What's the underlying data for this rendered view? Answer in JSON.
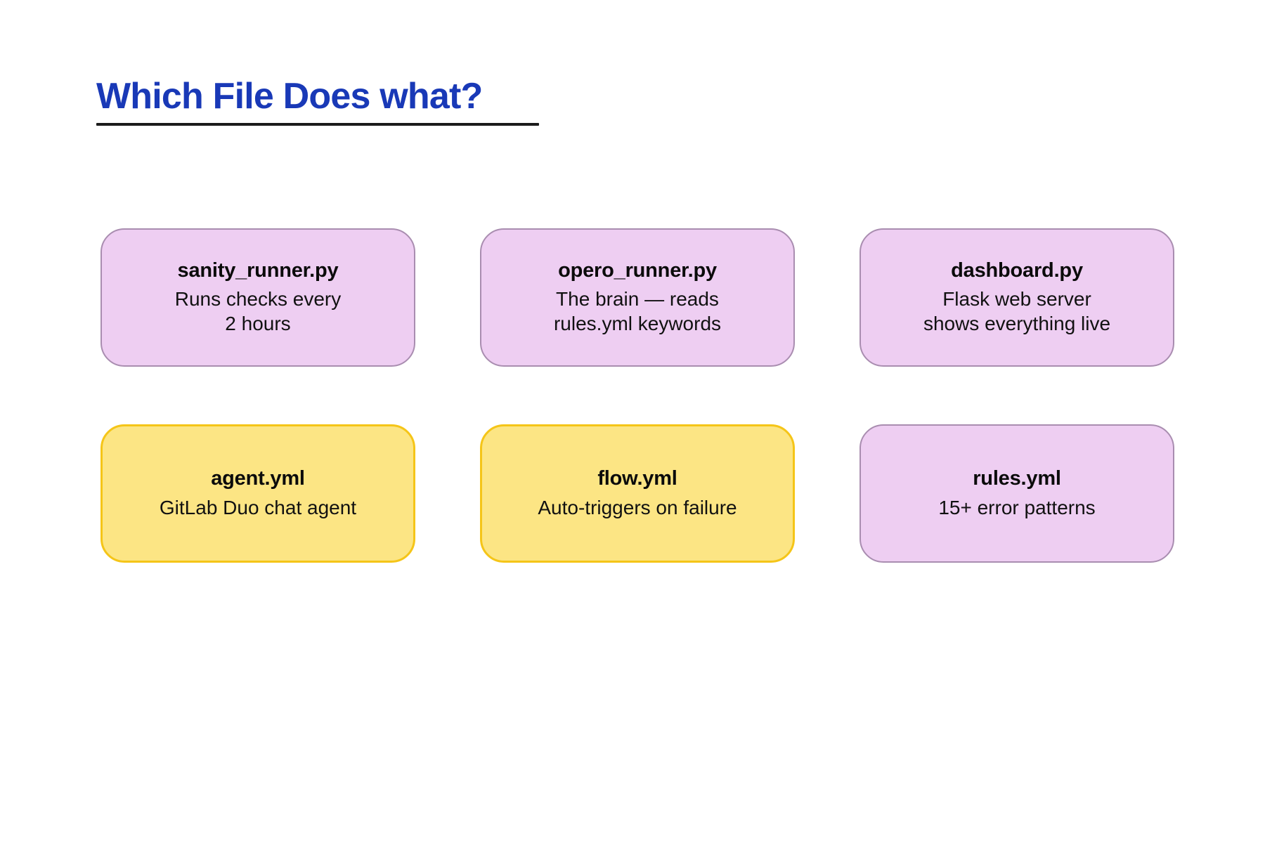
{
  "header": {
    "title": "Which File Does what?",
    "title_color": "#1939b7",
    "rule_color": "#1b1b1b"
  },
  "theme": {
    "background": "#ffffff",
    "purple_fill": "#eeceF2",
    "purple_border": "#a98db0",
    "yellow_fill": "#fce584",
    "yellow_border": "#f5c518",
    "text_color": "#111111"
  },
  "cards": [
    {
      "name": "sanity-runner-py",
      "title": "sanity_runner.py",
      "desc_line1": "Runs checks every",
      "desc_line2": "2 hours",
      "color": "purple"
    },
    {
      "name": "opero-runner-py",
      "title": "opero_runner.py",
      "desc_line1": "The brain — reads",
      "desc_line2": "rules.yml keywords",
      "color": "purple"
    },
    {
      "name": "dashboard-py",
      "title": "dashboard.py",
      "desc_line1": "Flask web server",
      "desc_line2": "shows everything live",
      "color": "purple"
    },
    {
      "name": "agent-yml",
      "title": "agent.yml",
      "desc_line1": "GitLab Duo chat agent",
      "desc_line2": "",
      "color": "yellow"
    },
    {
      "name": "flow-yml",
      "title": "flow.yml",
      "desc_line1": "Auto-triggers on failure",
      "desc_line2": "",
      "color": "yellow"
    },
    {
      "name": "rules-yml",
      "title": "rules.yml",
      "desc_line1": "15+ error patterns",
      "desc_line2": "",
      "color": "purple"
    }
  ]
}
